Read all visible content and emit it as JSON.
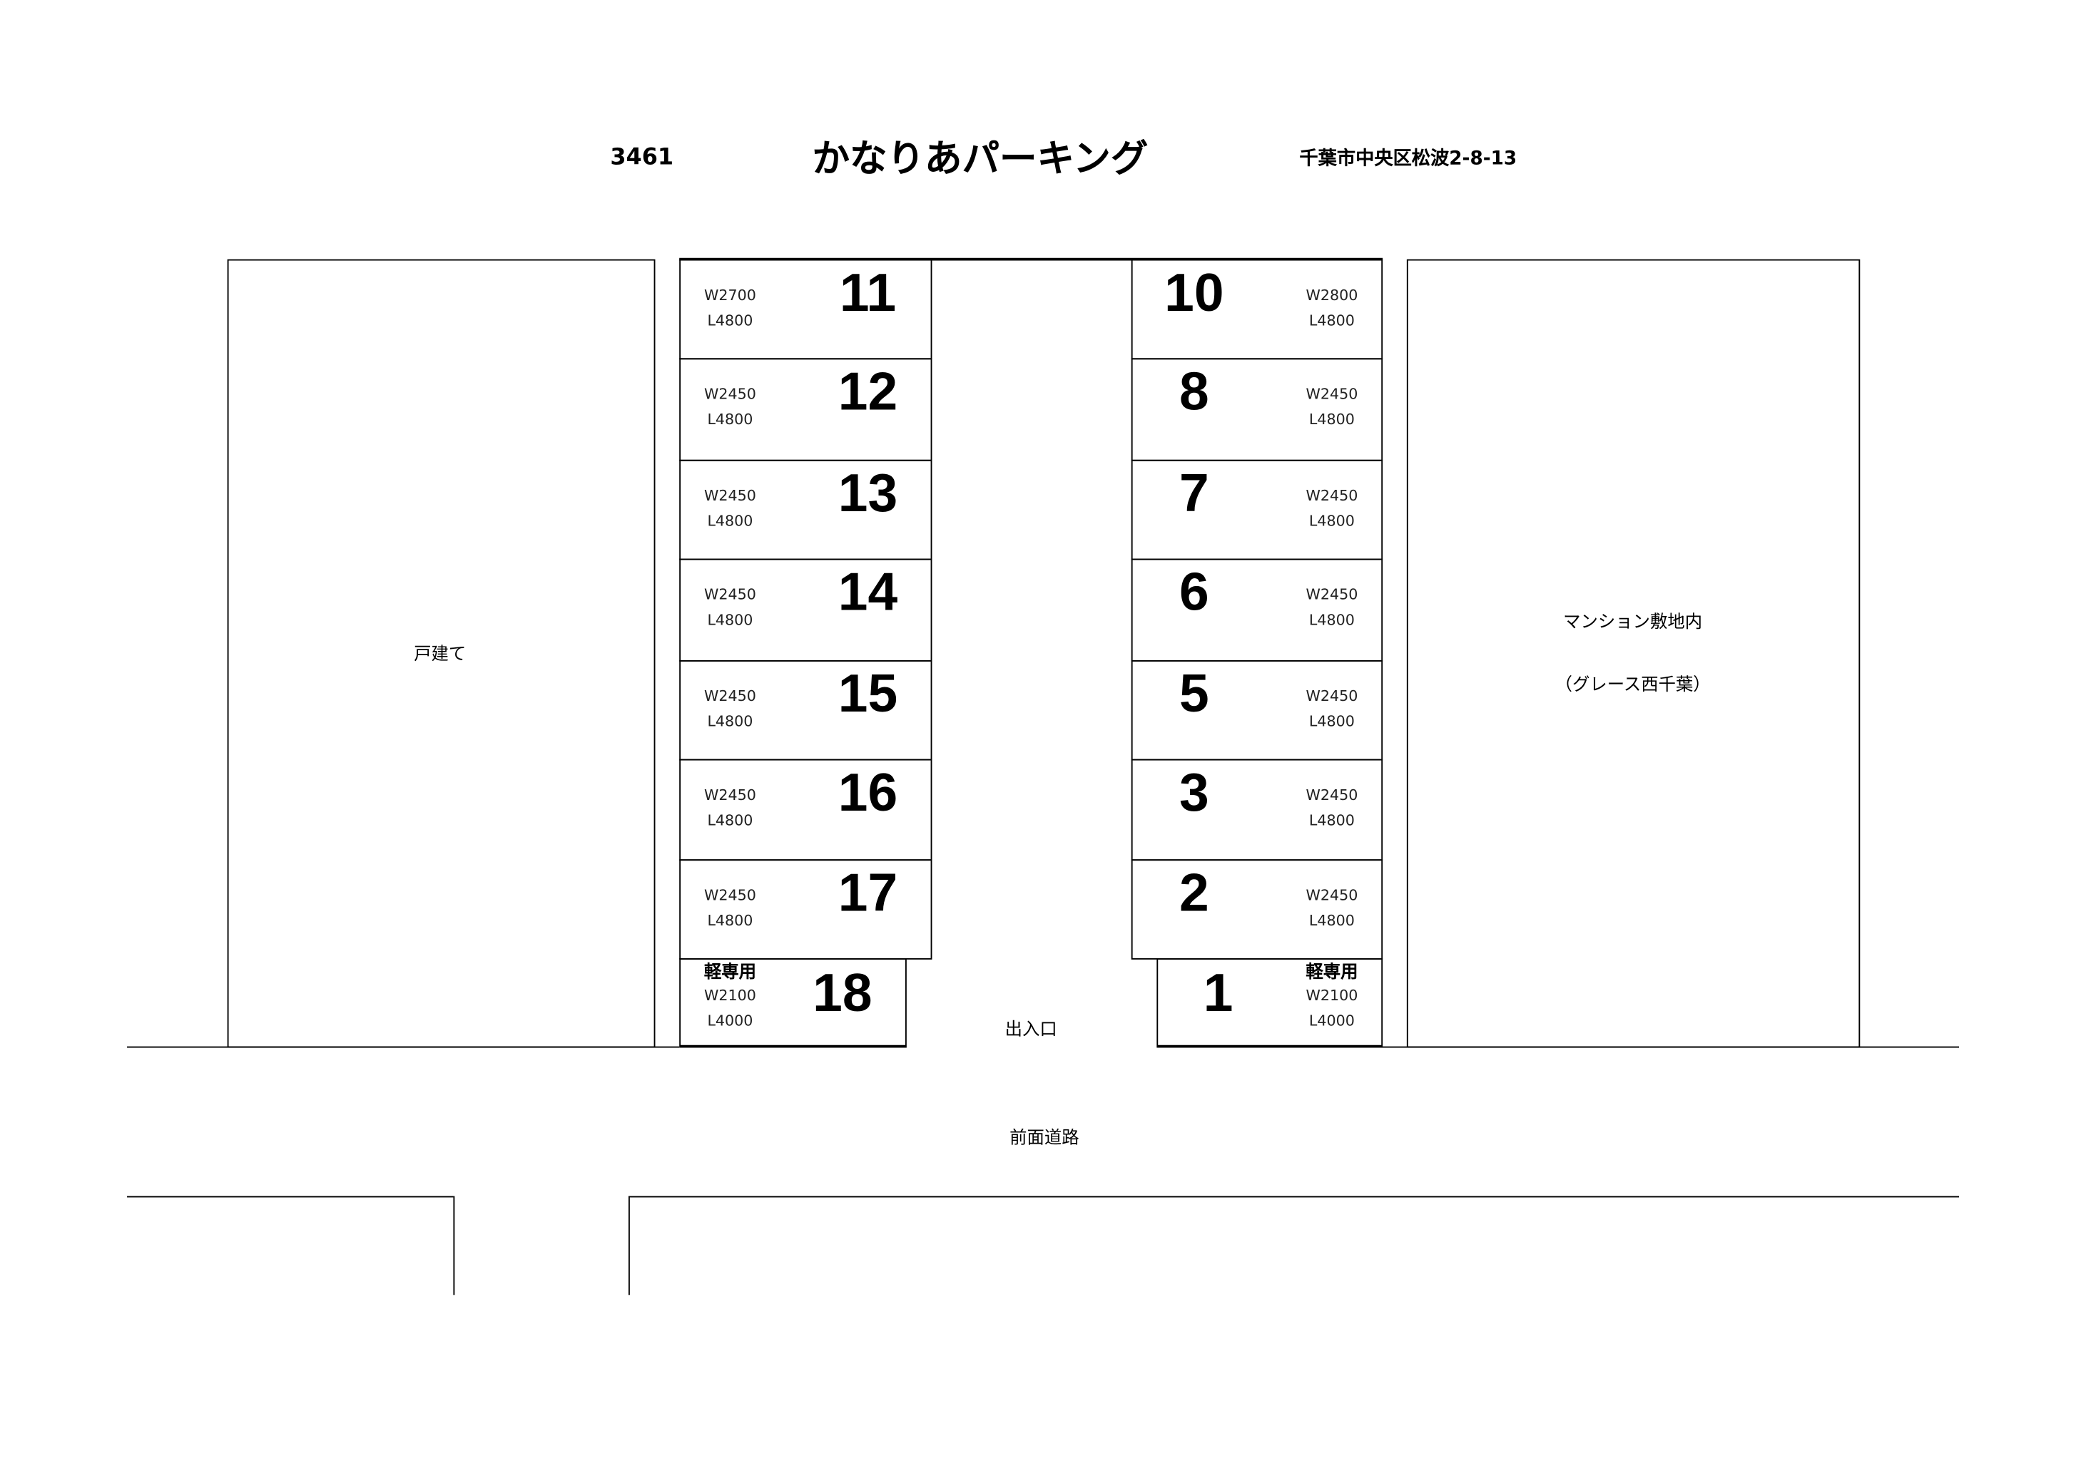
{
  "header": {
    "code": "3461",
    "title": "かなりあパーキング",
    "address": "千葉市中央区松波2-8-13"
  },
  "surroundings": {
    "left_building": "戸建て",
    "right_building_line1": "マンション敷地内",
    "right_building_line2": "（グレース西千葉）",
    "entrance": "出入口",
    "front_road": "前面道路"
  },
  "left_spots": [
    {
      "number": "11",
      "width": "W2700",
      "length": "L4800"
    },
    {
      "number": "12",
      "width": "W2450",
      "length": "L4800"
    },
    {
      "number": "13",
      "width": "W2450",
      "length": "L4800"
    },
    {
      "number": "14",
      "width": "W2450",
      "length": "L4800"
    },
    {
      "number": "15",
      "width": "W2450",
      "length": "L4800"
    },
    {
      "number": "16",
      "width": "W2450",
      "length": "L4800"
    },
    {
      "number": "17",
      "width": "W2450",
      "length": "L4800"
    },
    {
      "number": "18",
      "note": "軽専用",
      "width": "W2100",
      "length": "L4000"
    }
  ],
  "right_spots": [
    {
      "number": "10",
      "width": "W2800",
      "length": "L4800"
    },
    {
      "number": "8",
      "width": "W2450",
      "length": "L4800"
    },
    {
      "number": "7",
      "width": "W2450",
      "length": "L4800"
    },
    {
      "number": "6",
      "width": "W2450",
      "length": "L4800"
    },
    {
      "number": "5",
      "width": "W2450",
      "length": "L4800"
    },
    {
      "number": "3",
      "width": "W2450",
      "length": "L4800"
    },
    {
      "number": "2",
      "width": "W2450",
      "length": "L4800"
    },
    {
      "number": "1",
      "note": "軽専用",
      "width": "W2100",
      "length": "L4000"
    }
  ]
}
